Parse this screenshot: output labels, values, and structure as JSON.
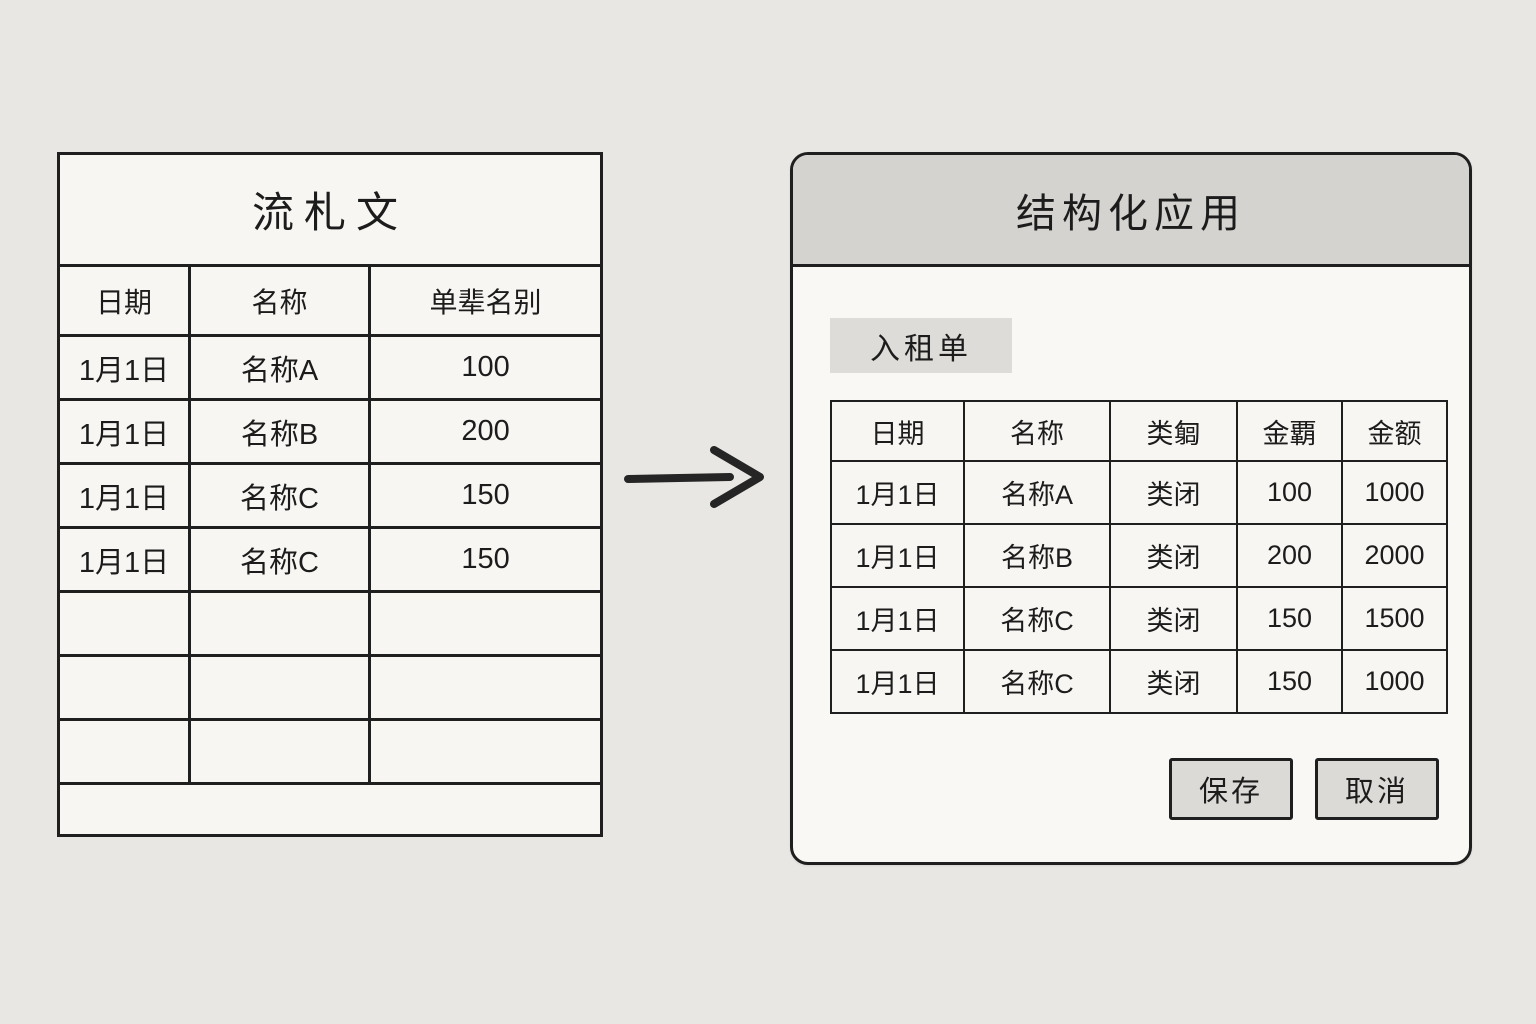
{
  "left_table": {
    "title": "流札文",
    "headers": [
      "日期",
      "名称",
      "单辈名别"
    ],
    "rows": [
      [
        "1月1日",
        "名称A",
        "100"
      ],
      [
        "1月1日",
        "名称B",
        "200"
      ],
      [
        "1月1日",
        "名称C",
        "150"
      ],
      [
        "1月1日",
        "名称C",
        "150"
      ],
      [
        "",
        "",
        ""
      ],
      [
        "",
        "",
        ""
      ],
      [
        "",
        "",
        ""
      ]
    ],
    "footer": ""
  },
  "arrow": {
    "direction": "right"
  },
  "right_panel": {
    "title": "结构化应用",
    "tab_label": "入租单",
    "table": {
      "headers": [
        "日期",
        "名称",
        "类匔",
        "金覇",
        "金额"
      ],
      "rows": [
        [
          "1月1日",
          "名称A",
          "类闭",
          "100",
          "1000"
        ],
        [
          "1月1日",
          "名称B",
          "类闭",
          "200",
          "2000"
        ],
        [
          "1月1日",
          "名称C",
          "类闭",
          "150",
          "1500"
        ],
        [
          "1月1日",
          "名称C",
          "类闭",
          "150",
          "1000"
        ]
      ]
    },
    "save_button": "保存",
    "cancel_button": "取消"
  },
  "colors": {
    "page_background": "#e9e7e3",
    "border": "#1f1f1f",
    "panel_background": "#faf8f5",
    "title_bar_background": "#d5d3d0",
    "button_background": "#dcdad6"
  }
}
